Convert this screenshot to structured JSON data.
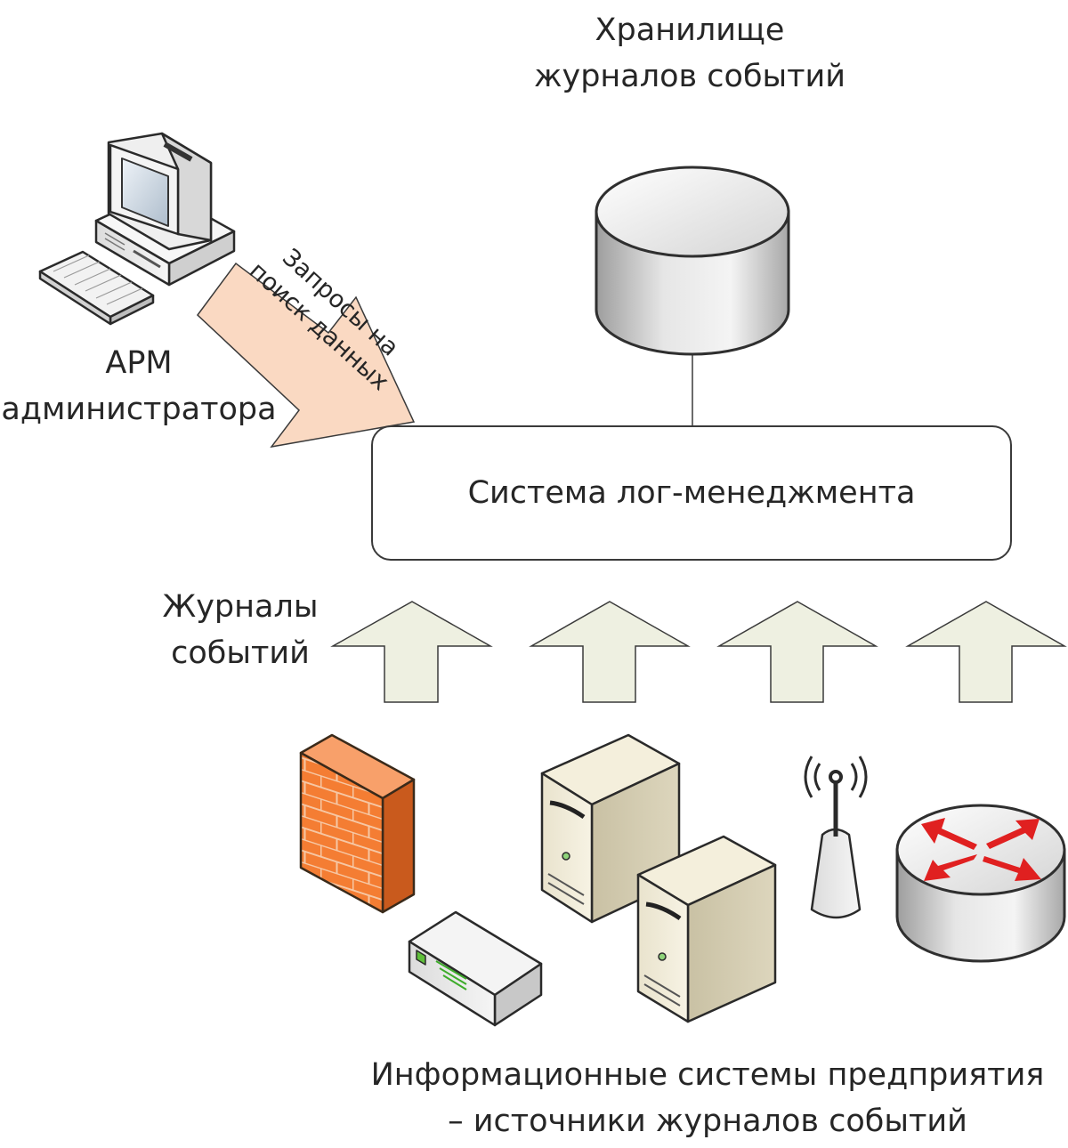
{
  "labels": {
    "storage_line1": "Хранилище",
    "storage_line2": "журналов событий",
    "admin_line1": "АРМ",
    "admin_line2": "администратора",
    "query_line1": "Запросы на",
    "query_line2": "поиск данных",
    "system": "Система лог-менеджмента",
    "logs_line1": "Журналы",
    "logs_line2": "событий",
    "sources_line1": "Информационные системы предприятия",
    "sources_line2": "– источники журналов событий"
  },
  "icons": [
    "workstation-icon",
    "database-icon",
    "firewall-icon",
    "server-icon",
    "switch-icon",
    "wireless-access-point-icon",
    "router-icon"
  ],
  "colors": {
    "query_arrow_fill": "#fad9c2",
    "log_arrow_fill": "#eef0e1",
    "firewall_fill": "#f47d33",
    "router_arrow": "#e02020"
  }
}
